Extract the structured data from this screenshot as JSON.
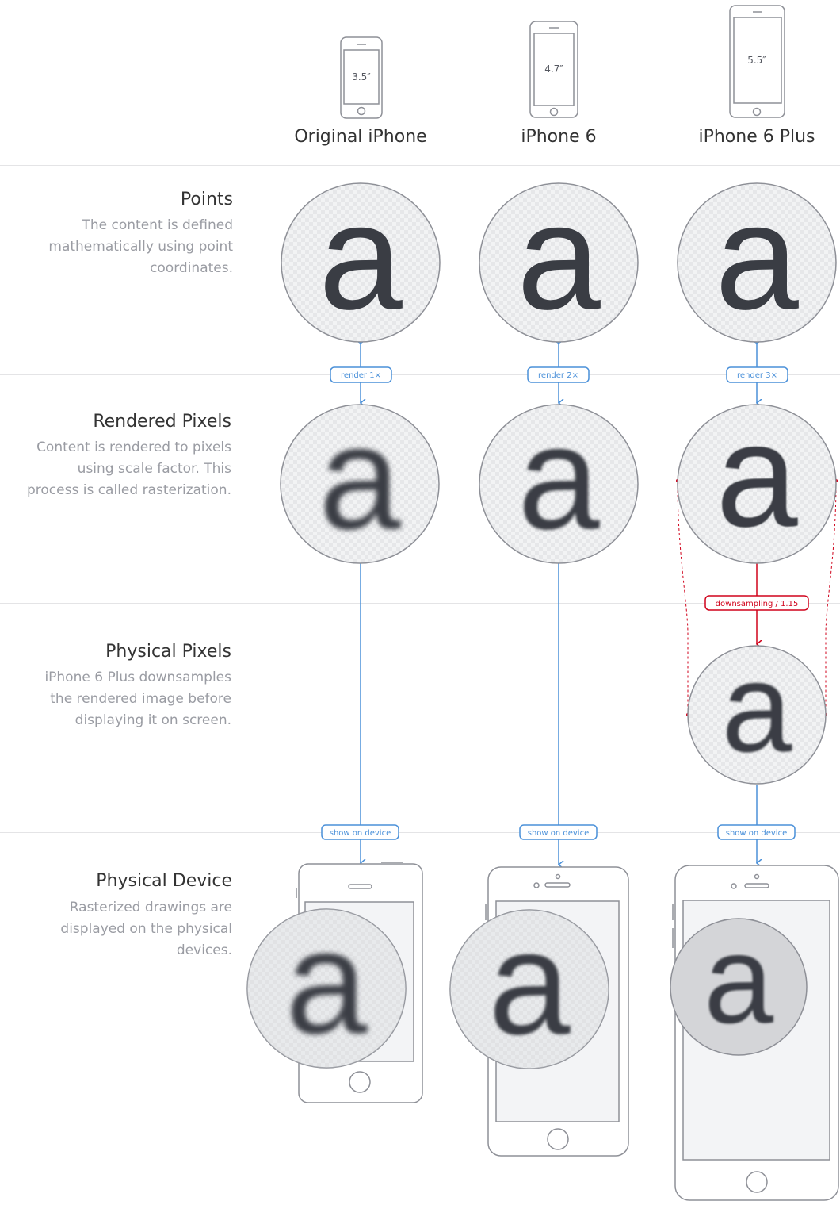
{
  "devices": [
    {
      "name": "Original iPhone",
      "size": "3.5″",
      "render_label": "render 1×",
      "show_label": "show on device"
    },
    {
      "name": "iPhone 6",
      "size": "4.7″",
      "render_label": "render 2×",
      "show_label": "show on device"
    },
    {
      "name": "iPhone 6 Plus",
      "size": "5.5″",
      "render_label": "render 3×",
      "show_label": "show on device"
    }
  ],
  "sections": [
    {
      "title": "Points",
      "lines": [
        "The content is defined",
        "mathematically using point",
        "coordinates."
      ]
    },
    {
      "title": "Rendered Pixels",
      "lines": [
        "Content is rendered to pixels",
        "using scale factor. This",
        "process is called rasterization."
      ]
    },
    {
      "title": "Physical Pixels",
      "lines": [
        "iPhone 6 Plus downsamples",
        "the rendered image before",
        "displaying it on screen."
      ]
    },
    {
      "title": "Physical Device",
      "lines": [
        "Rasterized drawings are",
        "displayed on the physical",
        "devices."
      ]
    }
  ],
  "glyph": "a",
  "downsampling_label": "downsampling / 1.15",
  "colors": {
    "blue": "#4a90d9",
    "red": "#d0021b",
    "device_stroke": "#8e9097",
    "circle_fill": "#ebecee",
    "glyph": "#3a3d44",
    "title": "#333333",
    "description": "#9a9ca3",
    "divider": "#e4e4e6"
  }
}
